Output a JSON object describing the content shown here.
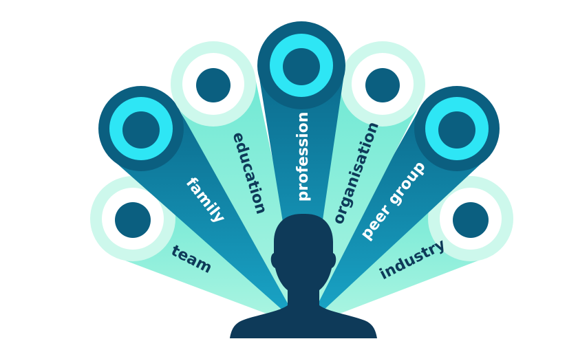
{
  "diagram": {
    "feathers": [
      {
        "key": "team",
        "label": "team",
        "style": "light"
      },
      {
        "key": "family",
        "label": "family",
        "style": "dark"
      },
      {
        "key": "education",
        "label": "education",
        "style": "light"
      },
      {
        "key": "profession",
        "label": "profession",
        "style": "dark"
      },
      {
        "key": "organisation",
        "label": "organisation",
        "style": "light"
      },
      {
        "key": "peer-group",
        "label": "peer group",
        "style": "dark"
      },
      {
        "key": "industry",
        "label": "industry",
        "style": "light"
      }
    ],
    "person_icon": "person-silhouette-icon"
  },
  "colors": {
    "dark_navy": "#0e3a59",
    "deep_teal": "#0b5f80",
    "mid_teal": "#17a0c4",
    "bright_cyan": "#2ee6f5",
    "aqua": "#37d6c2",
    "mint": "#9ff0dc",
    "pale_mint": "#cdf8ec",
    "white": "#ffffff"
  }
}
